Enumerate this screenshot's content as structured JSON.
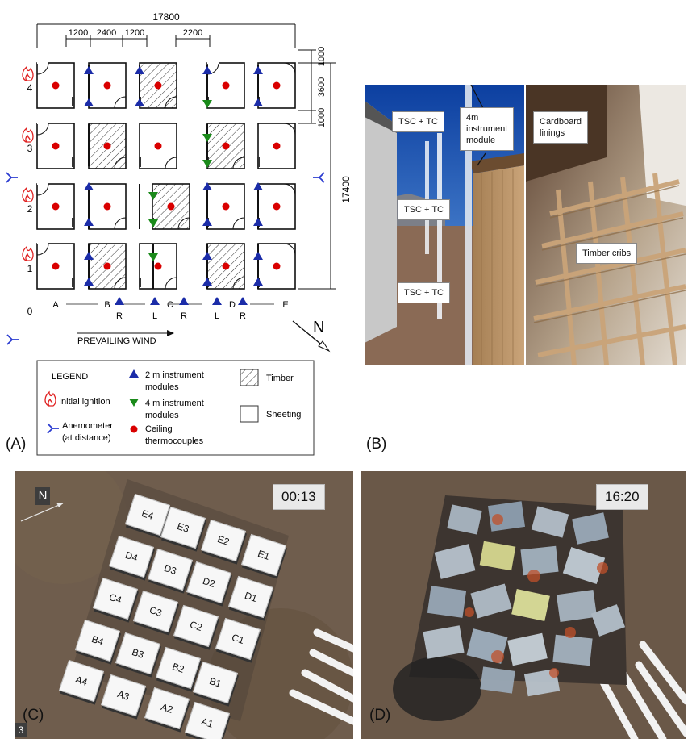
{
  "panels": {
    "a": "(A)",
    "b": "(B)",
    "c": "(C)",
    "d": "(D)"
  },
  "dims": {
    "total_width": "17800",
    "d1200a": "1200",
    "d2400": "2400",
    "d1200b": "1200",
    "d2200": "2200",
    "h1000a": "1000",
    "h3600": "3600",
    "h1000b": "1000",
    "total_height": "17400"
  },
  "row_labels": [
    "4",
    "3",
    "2",
    "1",
    "0"
  ],
  "column_labels": [
    "A",
    "B",
    "C",
    "D",
    "E"
  ],
  "module_letters": [
    "R",
    "L",
    "R",
    "L",
    "R"
  ],
  "wind": "PREVAILING WIND",
  "north": "N",
  "legend": {
    "title": "LEGEND",
    "initial_ignition": "Initial ignition",
    "anemometer_1": "Anemometer",
    "anemometer_2": "(at distance)",
    "m2_1": "2 m instrument",
    "m2_2": "modules",
    "m4_1": "4 m instrument",
    "m4_2": "modules",
    "ceiling_1": "Ceiling",
    "ceiling_2": "thermocouples",
    "timber": "Timber",
    "sheeting": "Sheeting"
  },
  "photo_b": {
    "tsc1": "TSC + TC",
    "tsc2": "TSC + TC",
    "tsc3": "TSC + TC",
    "module_1": "4m",
    "module_2": "instrument",
    "module_3": "module",
    "cardboard_1": "Cardboard",
    "cardboard_2": "linings",
    "cribs": "Timber cribs"
  },
  "photo_c": {
    "time": "00:13",
    "north": "N",
    "corner": "3",
    "units": [
      "E4",
      "E3",
      "E2",
      "E1",
      "D4",
      "D3",
      "D2",
      "D1",
      "C4",
      "C3",
      "C2",
      "C1",
      "B4",
      "B3",
      "B2",
      "B1",
      "A4",
      "A3",
      "A2",
      "A1"
    ]
  },
  "photo_d": {
    "time": "16:20"
  },
  "colors": {
    "ceiling_thermocouple": "#d90000",
    "module_2m": "#1b2ca8",
    "module_4m": "#1a8a1a",
    "ignition": "#e02020",
    "anemometer": "#2a3bd0"
  },
  "diagram": {
    "timber_units": [
      "B3",
      "C4",
      "D3",
      "B1",
      "C2",
      "D1"
    ],
    "ignition_units": [
      "A4",
      "A3",
      "A2",
      "A1"
    ]
  }
}
